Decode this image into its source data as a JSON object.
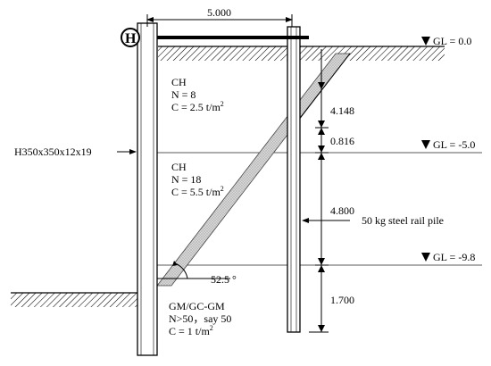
{
  "diagram": {
    "top_span_label": "5.000",
    "left_pile_symbol": "H",
    "left_pile_label": "H350x350x12x19",
    "right_pile_label": "50 kg steel rail pile",
    "gl_markers": [
      {
        "label": "GL = 0.0"
      },
      {
        "label": "GL = -5.0"
      },
      {
        "label": "GL = -9.8"
      }
    ],
    "dimensions": [
      "4.148",
      "0.816",
      "4.800",
      "1.700"
    ],
    "strut_angle": "52.5 °",
    "soil_layers": [
      {
        "name": "CH",
        "n_value": "N = 8",
        "c_prefix": "C = 2.5 t/m",
        "c_sup": "2"
      },
      {
        "name": "CH",
        "n_value": "N = 18",
        "c_prefix": "C = 5.5 t/m",
        "c_sup": "2"
      },
      {
        "name": "GM/GC-GM",
        "n_value": "N>50，say 50",
        "c_prefix": "C = 1 t/m",
        "c_sup": "2"
      }
    ]
  }
}
